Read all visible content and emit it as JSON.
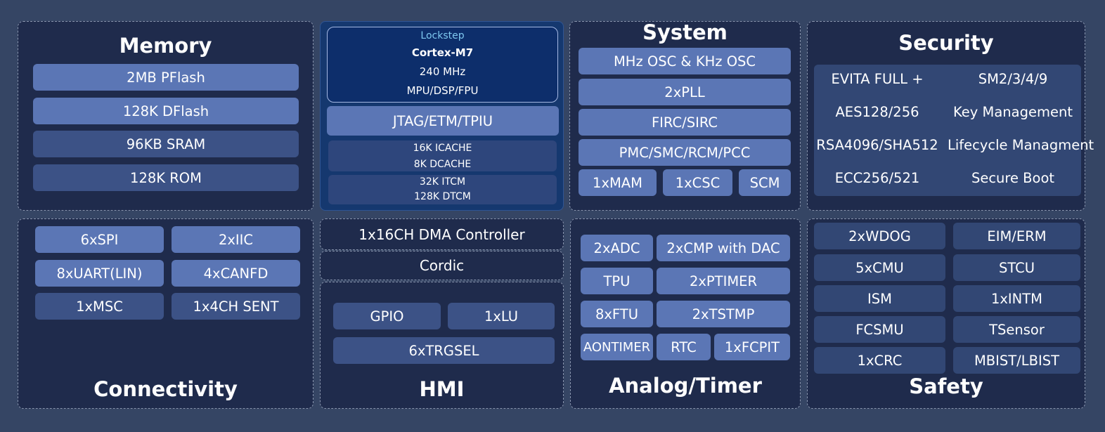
{
  "memory": {
    "title": "Memory",
    "items": [
      "2MB PFlash",
      "128K DFlash",
      "96KB SRAM",
      "128K ROM"
    ]
  },
  "core": {
    "lockstep": "Lockstep",
    "cpu": "Cortex-M7",
    "freq": "240 MHz",
    "features": "MPU/DSP/FPU",
    "debug": "JTAG/ETM/TPIU",
    "cache": [
      "16K ICACHE",
      "8K DCACHE"
    ],
    "tcm": [
      "32K ITCM",
      "128K DTCM"
    ]
  },
  "system": {
    "title": "System",
    "items": [
      "MHz OSC & KHz OSC",
      "2xPLL",
      "FIRC/SIRC",
      "PMC/SMC/RCM/PCC"
    ],
    "bottom": [
      "1xMAM",
      "1xCSC",
      "SCM"
    ]
  },
  "security": {
    "title": "Security",
    "items": [
      "EVITA FULL +",
      "SM2/3/4/9",
      "AES128/256",
      "Key Management",
      "RSA4096/SHA512",
      "Lifecycle Managment",
      "ECC256/521",
      "Secure Boot"
    ]
  },
  "connectivity": {
    "title": "Connectivity",
    "items": [
      "6xSPI",
      "2xIIC",
      "8xUART(LIN)",
      "4xCANFD",
      "1xMSC",
      "1x4CH SENT"
    ]
  },
  "hmi": {
    "title": "HMI",
    "dma": "1x16CH DMA Controller",
    "cordic": "Cordic",
    "items": [
      "GPIO",
      "1xLU",
      "6xTRGSEL"
    ]
  },
  "analog": {
    "title": "Analog/Timer",
    "items": [
      "2xADC",
      "2xCMP with DAC",
      "TPU",
      "2xPTIMER",
      "8xFTU",
      "2xTSTMP",
      "AONTIMER",
      "RTC",
      "1xFCPIT"
    ]
  },
  "safety": {
    "title": "Safety",
    "items": [
      "2xWDOG",
      "EIM/ERM",
      "5xCMU",
      "STCU",
      "ISM",
      "1xINTM",
      "FCSMU",
      "TSensor",
      "1xCRC",
      "MBIST/LBIST"
    ]
  },
  "colors": {
    "background": "#354564",
    "panel": "#1f2b4c",
    "block_light": "#5b76b5",
    "block_dark": "#324774",
    "core": "#0d2e6b",
    "lockstep_text": "#7ec8f0"
  }
}
